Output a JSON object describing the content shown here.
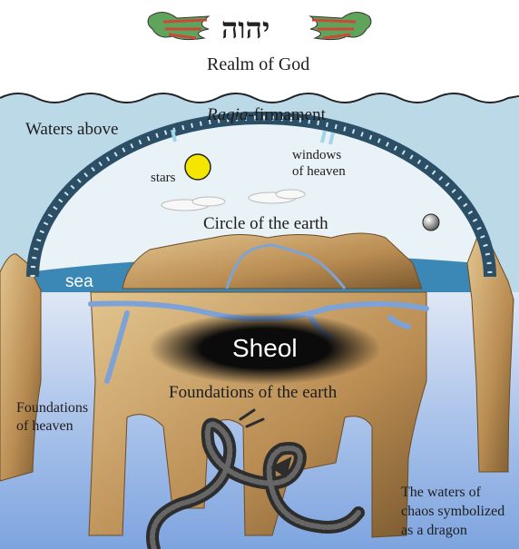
{
  "header": {
    "divine_name": "יהוה",
    "realm_label": "Realm of God"
  },
  "labels": {
    "waters_above": "Waters above",
    "raqia_word": "Raqia",
    "firmament_word": "-firmament",
    "stars": "stars",
    "windows_line1": "windows",
    "windows_line2": "of heaven",
    "circle_of_earth": "Circle of the earth",
    "sea": "sea",
    "sheol": "Sheol",
    "foundations_earth": "Foundations of the earth",
    "foundations_heaven_line1": "Foundations",
    "foundations_heaven_line2": "of heaven",
    "chaos_line1": "The waters of",
    "chaos_line2": "chaos symbolized",
    "chaos_line3": "as a dragon"
  },
  "colors": {
    "sky_water": "#bcd9e8",
    "dome": "#2b4f66",
    "sea": "#3b87b5",
    "earth": "#c7a06a",
    "sheol": "#111111",
    "deep_water": "#8fb2e0",
    "sun": "#f5e600"
  }
}
